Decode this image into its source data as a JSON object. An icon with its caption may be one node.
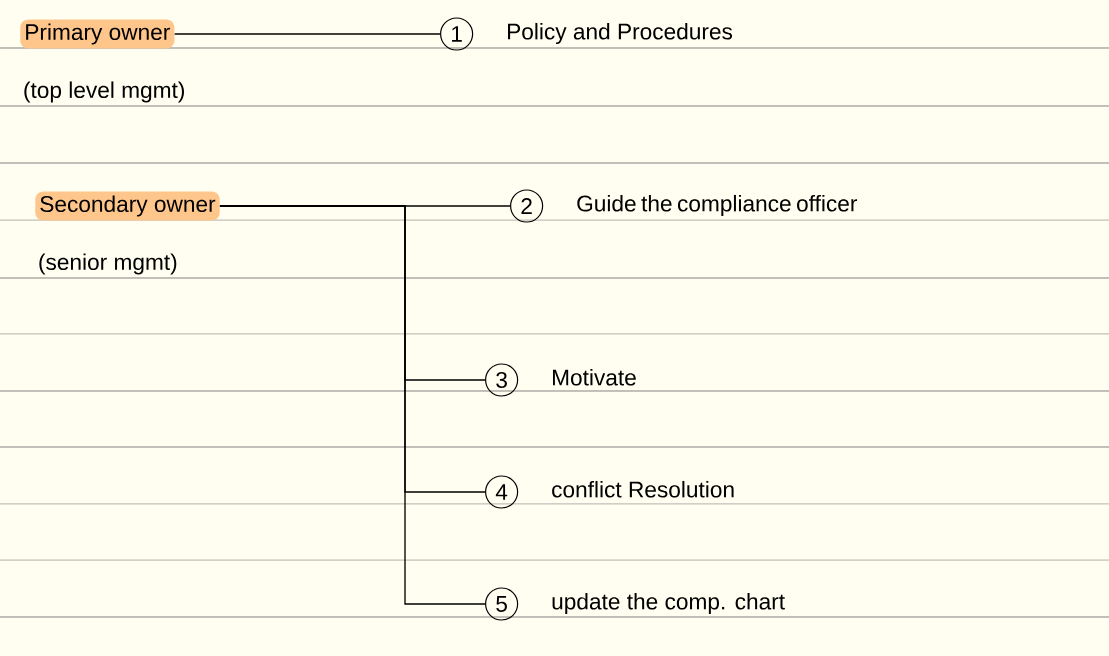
{
  "diagram": {
    "nodes": [
      {
        "text": [
          "Primary owner",
          "(top level mgmt)"
        ]
      },
      {
        "text": [
          "Secondary owner",
          "(senior mgmt)"
        ]
      },
      {
        "text": [
          "1",
          "Policy and Procedures"
        ]
      },
      {
        "text": [
          "2",
          "Guide the compliance officer"
        ]
      },
      {
        "text": [
          "3",
          "Motivate"
        ]
      },
      {
        "text": [
          "4",
          "conflict Resolution"
        ]
      },
      {
        "text": [
          "5",
          "update the comp. chart"
        ]
      }
    ],
    "edges": [
      {
        "from": 0,
        "to": 2,
        "arrow": "none"
      },
      {
        "from": 1,
        "to": 3,
        "arrow": "none"
      },
      {
        "from": 1,
        "to": 4,
        "arrow": "none"
      },
      {
        "from": 1,
        "to": 5,
        "arrow": "none"
      },
      {
        "from": 1,
        "to": 6,
        "arrow": "none"
      }
    ]
  }
}
